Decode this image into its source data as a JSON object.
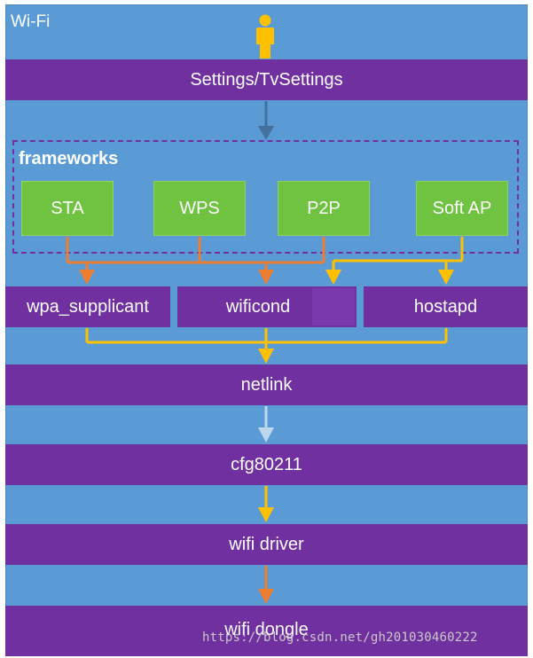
{
  "title": "Wi-Fi",
  "layers": {
    "settings": "Settings/TvSettings",
    "frameworks_label": "frameworks",
    "frameworks": [
      "STA",
      "WPS",
      "P2P",
      "Soft AP"
    ],
    "daemons": [
      "wpa_supplicant",
      "wificond",
      "hostapd"
    ],
    "netlink": "netlink",
    "cfg80211": "cfg80211",
    "wifi_driver": "wifi driver",
    "wifi_dongle": "wifi dongle"
  },
  "watermark": "https://blog.csdn.net/gh201030460222",
  "colors": {
    "background": "#5b9bd5",
    "layer_bar": "#7030a0",
    "framework_box": "#70c241",
    "arrow_orange": "#ed7d31",
    "arrow_yellow": "#ffc000",
    "arrow_steel": "#41719c",
    "arrow_light": "#bdd7ee",
    "person": "#ffc000"
  },
  "icons": [
    "person-icon"
  ]
}
